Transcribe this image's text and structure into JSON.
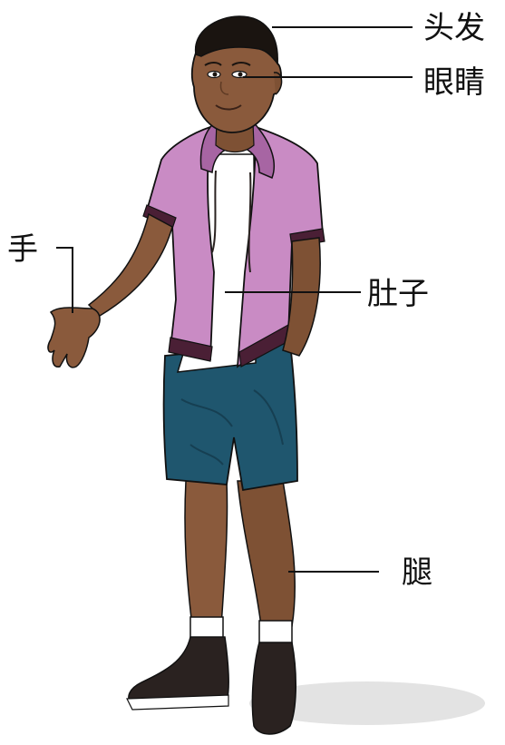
{
  "labels": {
    "hair": "头发",
    "eyes": "眼睛",
    "hand": "手",
    "belly": "肚子",
    "leg": "腿"
  },
  "colors": {
    "skin": "#8a5a3c",
    "skin_shadow": "#5e3a24",
    "hair": "#1a1410",
    "jacket": "#c98bc4",
    "jacket_dark": "#a765a3",
    "jacket_trim": "#4a1f35",
    "shirt": "#ffffff",
    "shorts": "#1f566e",
    "shorts_dark": "#163f52",
    "sock": "#ffffff",
    "shoe": "#2a2220",
    "shadow": "#e3e3e3",
    "line": "#111111"
  }
}
